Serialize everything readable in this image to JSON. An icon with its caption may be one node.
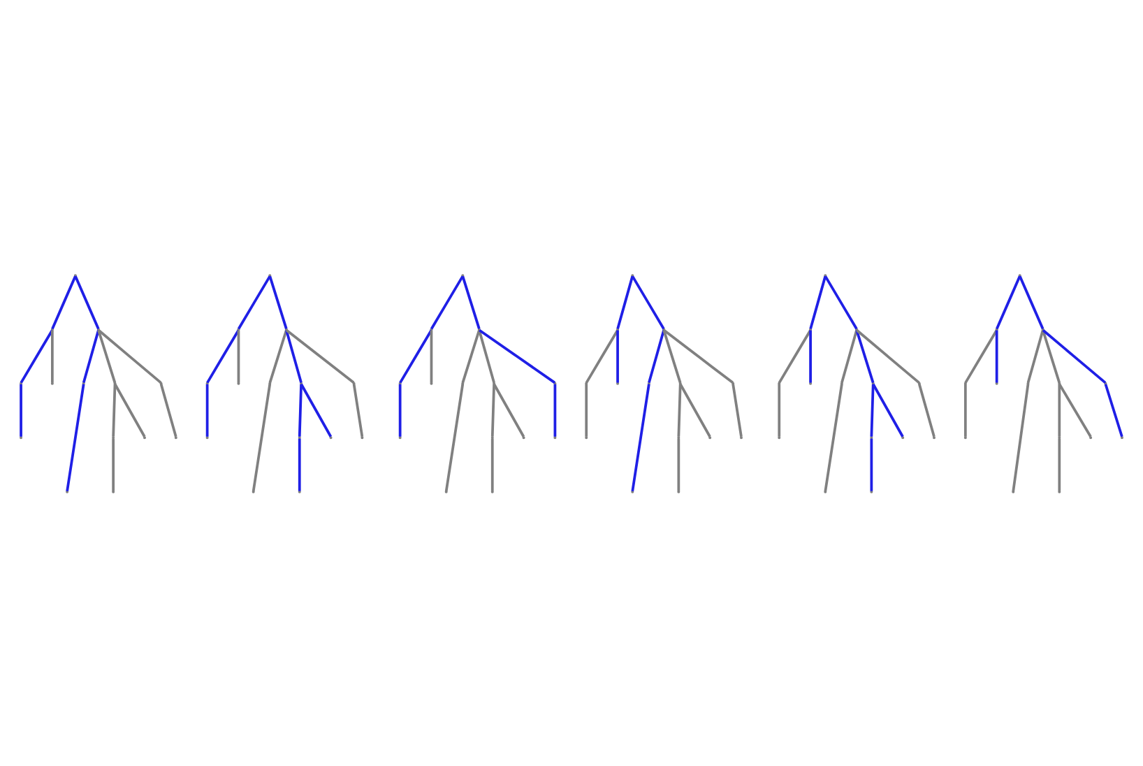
{
  "diagram": {
    "nodes": [
      {
        "text": [],
        "shape": "point"
      },
      {
        "text": [],
        "shape": "point"
      },
      {
        "text": [],
        "shape": "point"
      },
      {
        "text": [],
        "shape": "point"
      },
      {
        "text": [],
        "shape": "point"
      },
      {
        "text": [],
        "shape": "point"
      },
      {
        "text": [],
        "shape": "point"
      },
      {
        "text": [],
        "shape": "point"
      },
      {
        "text": [],
        "shape": "point"
      },
      {
        "text": [],
        "shape": "point"
      },
      {
        "text": [],
        "shape": "point"
      },
      {
        "text": [],
        "shape": "point"
      },
      {
        "text": [],
        "shape": "point"
      },
      {
        "text": [],
        "shape": "point"
      },
      {
        "text": [],
        "shape": "point"
      },
      {
        "text": [],
        "shape": "point"
      },
      {
        "text": [],
        "shape": "point"
      },
      {
        "text": [],
        "shape": "point"
      },
      {
        "text": [],
        "shape": "point"
      },
      {
        "text": [],
        "shape": "point"
      },
      {
        "text": [],
        "shape": "point"
      },
      {
        "text": [],
        "shape": "point"
      },
      {
        "text": [],
        "shape": "point"
      },
      {
        "text": [],
        "shape": "point"
      },
      {
        "text": [],
        "shape": "point"
      },
      {
        "text": [],
        "shape": "point"
      },
      {
        "text": [],
        "shape": "point"
      },
      {
        "text": [],
        "shape": "point"
      },
      {
        "text": [],
        "shape": "point"
      },
      {
        "text": [],
        "shape": "point"
      },
      {
        "text": [],
        "shape": "point"
      },
      {
        "text": [],
        "shape": "point"
      },
      {
        "text": [],
        "shape": "point"
      },
      {
        "text": [],
        "shape": "point"
      },
      {
        "text": [],
        "shape": "point"
      },
      {
        "text": [],
        "shape": "point"
      },
      {
        "text": [],
        "shape": "point"
      },
      {
        "text": [],
        "shape": "point"
      },
      {
        "text": [],
        "shape": "point"
      },
      {
        "text": [],
        "shape": "point"
      },
      {
        "text": [],
        "shape": "point"
      },
      {
        "text": [],
        "shape": "point"
      },
      {
        "text": [],
        "shape": "point"
      },
      {
        "text": [],
        "shape": "point"
      },
      {
        "text": [],
        "shape": "point"
      },
      {
        "text": [],
        "shape": "point"
      },
      {
        "text": [],
        "shape": "point"
      },
      {
        "text": [],
        "shape": "point"
      },
      {
        "text": [],
        "shape": "point"
      },
      {
        "text": [],
        "shape": "point"
      },
      {
        "text": [],
        "shape": "point"
      },
      {
        "text": [],
        "shape": "point"
      },
      {
        "text": [],
        "shape": "point"
      },
      {
        "text": [],
        "shape": "point"
      },
      {
        "text": [],
        "shape": "point"
      },
      {
        "text": [],
        "shape": "point"
      },
      {
        "text": [],
        "shape": "point"
      },
      {
        "text": [],
        "shape": "point"
      },
      {
        "text": [],
        "shape": "point"
      },
      {
        "text": [],
        "shape": "point"
      },
      {
        "text": [],
        "shape": "point"
      },
      {
        "text": [],
        "shape": "point"
      },
      {
        "text": [],
        "shape": "point"
      },
      {
        "text": [],
        "shape": "point"
      },
      {
        "text": [],
        "shape": "point"
      },
      {
        "text": [],
        "shape": "point"
      },
      {
        "text": [],
        "shape": "point"
      },
      {
        "text": [],
        "shape": "point"
      },
      {
        "text": [],
        "shape": "point"
      },
      {
        "text": [],
        "shape": "point"
      },
      {
        "text": [],
        "shape": "point"
      },
      {
        "text": [],
        "shape": "point"
      },
      {
        "text": [],
        "shape": "point"
      },
      {
        "text": [],
        "shape": "point"
      },
      {
        "text": [],
        "shape": "point"
      },
      {
        "text": [],
        "shape": "point"
      },
      {
        "text": [],
        "shape": "point"
      },
      {
        "text": [],
        "shape": "point"
      },
      {
        "text": [],
        "shape": "point"
      },
      {
        "text": [],
        "shape": "point"
      },
      {
        "text": [],
        "shape": "point"
      },
      {
        "text": [],
        "shape": "point"
      },
      {
        "text": [],
        "shape": "point"
      },
      {
        "text": [],
        "shape": "point"
      }
    ],
    "edges": [
      {
        "from": 0,
        "to": 1,
        "arrow": "none",
        "color": "#1f1fe6"
      },
      {
        "from": 1,
        "to": 2,
        "arrow": "none",
        "color": "#1f1fe6"
      },
      {
        "from": 2,
        "to": 3,
        "arrow": "none",
        "color": "#1f1fe6"
      },
      {
        "from": 1,
        "to": 4,
        "arrow": "none"
      },
      {
        "from": 0,
        "to": 5,
        "arrow": "none",
        "color": "#1f1fe6"
      },
      {
        "from": 5,
        "to": 6,
        "arrow": "none",
        "color": "#1f1fe6"
      },
      {
        "from": 6,
        "to": 7,
        "arrow": "none",
        "color": "#1f1fe6"
      },
      {
        "from": 5,
        "to": 8,
        "arrow": "none"
      },
      {
        "from": 8,
        "to": 9,
        "arrow": "none"
      },
      {
        "from": 9,
        "to": 10,
        "arrow": "none"
      },
      {
        "from": 8,
        "to": 11,
        "arrow": "none"
      },
      {
        "from": 5,
        "to": 12,
        "arrow": "none"
      },
      {
        "from": 12,
        "to": 13,
        "arrow": "none"
      },
      {
        "from": 14,
        "to": 15,
        "arrow": "none",
        "color": "#1f1fe6"
      },
      {
        "from": 15,
        "to": 16,
        "arrow": "none",
        "color": "#1f1fe6"
      },
      {
        "from": 16,
        "to": 17,
        "arrow": "none",
        "color": "#1f1fe6"
      },
      {
        "from": 15,
        "to": 18,
        "arrow": "none"
      },
      {
        "from": 14,
        "to": 19,
        "arrow": "none",
        "color": "#1f1fe6"
      },
      {
        "from": 19,
        "to": 20,
        "arrow": "none"
      },
      {
        "from": 20,
        "to": 21,
        "arrow": "none"
      },
      {
        "from": 19,
        "to": 22,
        "arrow": "none",
        "color": "#1f1fe6"
      },
      {
        "from": 22,
        "to": 23,
        "arrow": "none",
        "color": "#1f1fe6"
      },
      {
        "from": 23,
        "to": 24,
        "arrow": "none",
        "color": "#1f1fe6"
      },
      {
        "from": 22,
        "to": 25,
        "arrow": "none",
        "color": "#1f1fe6"
      },
      {
        "from": 19,
        "to": 26,
        "arrow": "none"
      },
      {
        "from": 26,
        "to": 27,
        "arrow": "none"
      },
      {
        "from": 28,
        "to": 29,
        "arrow": "none",
        "color": "#1f1fe6"
      },
      {
        "from": 29,
        "to": 30,
        "arrow": "none",
        "color": "#1f1fe6"
      },
      {
        "from": 30,
        "to": 31,
        "arrow": "none",
        "color": "#1f1fe6"
      },
      {
        "from": 29,
        "to": 32,
        "arrow": "none"
      },
      {
        "from": 28,
        "to": 33,
        "arrow": "none",
        "color": "#1f1fe6"
      },
      {
        "from": 33,
        "to": 34,
        "arrow": "none"
      },
      {
        "from": 34,
        "to": 35,
        "arrow": "none"
      },
      {
        "from": 33,
        "to": 36,
        "arrow": "none"
      },
      {
        "from": 36,
        "to": 37,
        "arrow": "none"
      },
      {
        "from": 37,
        "to": 38,
        "arrow": "none"
      },
      {
        "from": 36,
        "to": 39,
        "arrow": "none"
      },
      {
        "from": 33,
        "to": 40,
        "arrow": "none",
        "color": "#1f1fe6"
      },
      {
        "from": 40,
        "to": 41,
        "arrow": "none",
        "color": "#1f1fe6"
      },
      {
        "from": 42,
        "to": 43,
        "arrow": "none",
        "color": "#1f1fe6"
      },
      {
        "from": 43,
        "to": 44,
        "arrow": "none"
      },
      {
        "from": 44,
        "to": 45,
        "arrow": "none"
      },
      {
        "from": 43,
        "to": 46,
        "arrow": "none",
        "color": "#1f1fe6"
      },
      {
        "from": 42,
        "to": 47,
        "arrow": "none",
        "color": "#1f1fe6"
      },
      {
        "from": 47,
        "to": 48,
        "arrow": "none",
        "color": "#1f1fe6"
      },
      {
        "from": 48,
        "to": 49,
        "arrow": "none",
        "color": "#1f1fe6"
      },
      {
        "from": 47,
        "to": 50,
        "arrow": "none"
      },
      {
        "from": 50,
        "to": 51,
        "arrow": "none"
      },
      {
        "from": 51,
        "to": 52,
        "arrow": "none"
      },
      {
        "from": 50,
        "to": 53,
        "arrow": "none"
      },
      {
        "from": 47,
        "to": 54,
        "arrow": "none"
      },
      {
        "from": 54,
        "to": 55,
        "arrow": "none"
      },
      {
        "from": 56,
        "to": 57,
        "arrow": "none",
        "color": "#1f1fe6"
      },
      {
        "from": 57,
        "to": 58,
        "arrow": "none"
      },
      {
        "from": 58,
        "to": 59,
        "arrow": "none"
      },
      {
        "from": 57,
        "to": 60,
        "arrow": "none",
        "color": "#1f1fe6"
      },
      {
        "from": 56,
        "to": 61,
        "arrow": "none",
        "color": "#1f1fe6"
      },
      {
        "from": 61,
        "to": 62,
        "arrow": "none"
      },
      {
        "from": 62,
        "to": 63,
        "arrow": "none"
      },
      {
        "from": 61,
        "to": 64,
        "arrow": "none",
        "color": "#1f1fe6"
      },
      {
        "from": 64,
        "to": 65,
        "arrow": "none",
        "color": "#1f1fe6"
      },
      {
        "from": 65,
        "to": 66,
        "arrow": "none",
        "color": "#1f1fe6"
      },
      {
        "from": 64,
        "to": 67,
        "arrow": "none",
        "color": "#1f1fe6"
      },
      {
        "from": 61,
        "to": 68,
        "arrow": "none"
      },
      {
        "from": 68,
        "to": 69,
        "arrow": "none"
      },
      {
        "from": 70,
        "to": 71,
        "arrow": "none",
        "color": "#1f1fe6"
      },
      {
        "from": 71,
        "to": 72,
        "arrow": "none"
      },
      {
        "from": 72,
        "to": 73,
        "arrow": "none"
      },
      {
        "from": 71,
        "to": 74,
        "arrow": "none",
        "color": "#1f1fe6"
      },
      {
        "from": 70,
        "to": 75,
        "arrow": "none",
        "color": "#1f1fe6"
      },
      {
        "from": 75,
        "to": 76,
        "arrow": "none"
      },
      {
        "from": 76,
        "to": 77,
        "arrow": "none"
      },
      {
        "from": 75,
        "to": 78,
        "arrow": "none"
      },
      {
        "from": 78,
        "to": 79,
        "arrow": "none"
      },
      {
        "from": 79,
        "to": 80,
        "arrow": "none"
      },
      {
        "from": 78,
        "to": 81,
        "arrow": "none"
      },
      {
        "from": 75,
        "to": 82,
        "arrow": "none",
        "color": "#1f1fe6"
      },
      {
        "from": 82,
        "to": 83,
        "arrow": "none",
        "color": "#1f1fe6"
      }
    ]
  }
}
